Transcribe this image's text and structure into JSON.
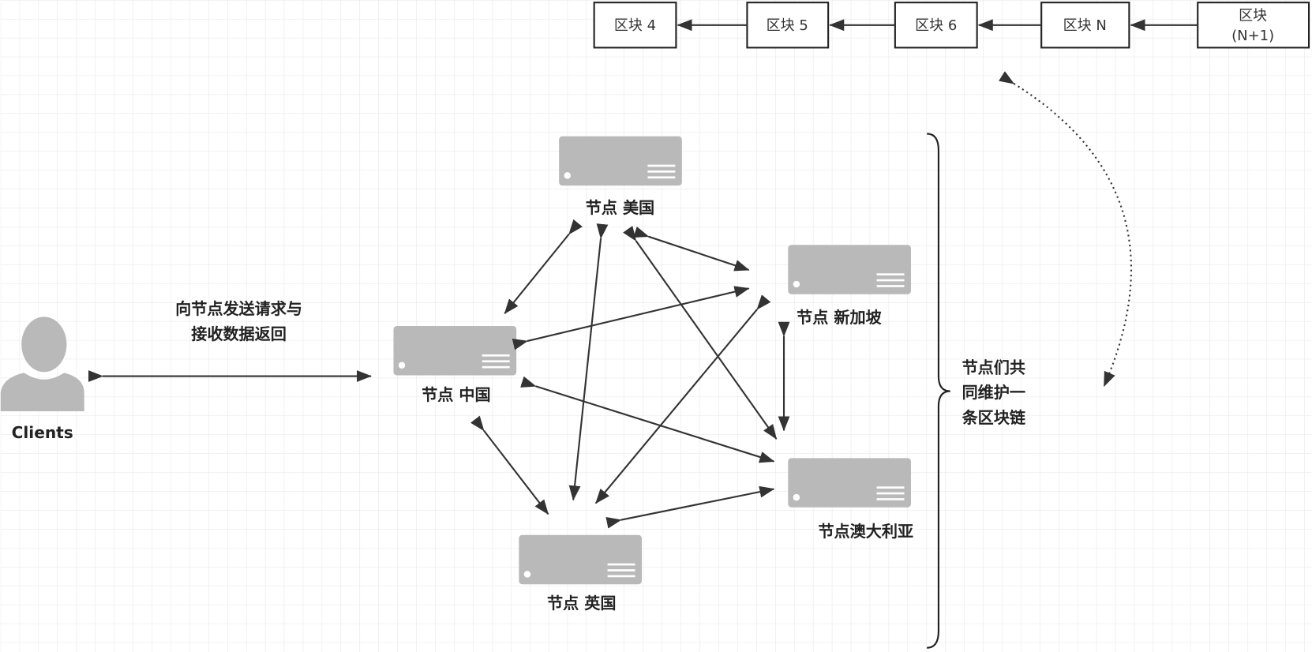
{
  "blocks": [
    {
      "label": "区块 4"
    },
    {
      "label": "区块 5"
    },
    {
      "label": "区块 6"
    },
    {
      "label": "区块 N"
    },
    {
      "label": "区块",
      "label2": "(N+1)"
    }
  ],
  "nodes": {
    "us": "节点 美国",
    "singapore": "节点 新加坡",
    "china": "节点 中国",
    "australia": "节点澳大利亚",
    "uk": "节点 英国"
  },
  "client": {
    "label": "Clients"
  },
  "request": {
    "line1": "向节点发送请求与",
    "line2": "接收数据返回"
  },
  "maintain": {
    "line1": "节点们共",
    "line2": "同维护一",
    "line3": "条区块链"
  },
  "colors": {
    "server": "#b9b9b9",
    "grid": "#e6e6e6",
    "line": "#333333"
  }
}
